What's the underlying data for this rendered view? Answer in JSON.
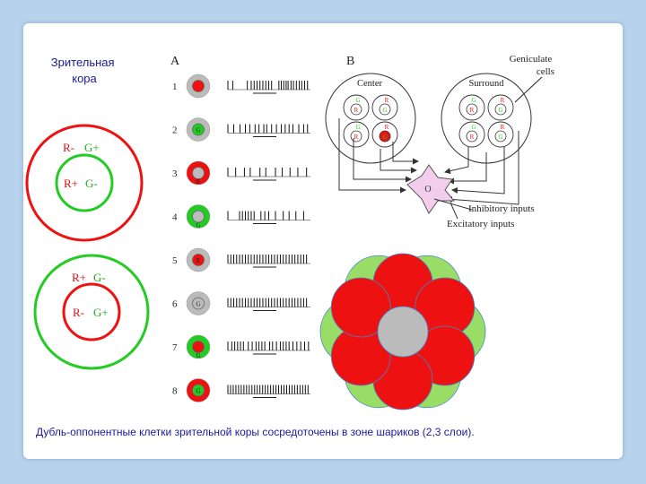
{
  "cortex_title": [
    "Зрительная",
    "кора"
  ],
  "cell1": {
    "outer_left": "R-",
    "outer_right": "G+",
    "inner_left": "R+",
    "inner_right": "G-"
  },
  "cell2": {
    "outer_left": "R+",
    "outer_right": "G-",
    "inner_left": "R-",
    "inner_right": "G+"
  },
  "panel_a": {
    "label": "A",
    "rows": [
      {
        "number": "1",
        "ring": "gray",
        "center": "red",
        "letter": "",
        "below": "",
        "spikes": [
          0,
          1,
          4,
          4.8,
          5.4,
          6,
          6.6,
          7.2,
          7.8,
          8.4,
          9,
          10.5,
          11,
          11.5,
          12,
          12.4,
          13,
          13.5,
          14.1,
          14.7,
          15.2,
          15.8,
          16.4
        ]
      },
      {
        "number": "2",
        "ring": "gray",
        "center": "green",
        "letter": "G",
        "below": "",
        "spikes": [
          0,
          1.2,
          2.5,
          3.6,
          4.5,
          5.6,
          6.4,
          7.4,
          8,
          9,
          10,
          11,
          11.8,
          12.6,
          13.4,
          14.6,
          15.6,
          16.4
        ]
      },
      {
        "number": "3",
        "ring": "red",
        "center": "gray",
        "letter": "",
        "below": "R",
        "spikes": [
          0,
          1.6,
          3.4,
          4.6,
          6.6,
          7.8,
          9.8,
          11.2,
          12.8,
          14.4,
          16.2
        ]
      },
      {
        "number": "4",
        "ring": "green",
        "center": "gray",
        "letter": "",
        "below": "G",
        "spikes": [
          0,
          2.4,
          3,
          3.6,
          4.2,
          4.8,
          5.4,
          6.8,
          7.6,
          8.4,
          9.8,
          11.4,
          12.6,
          14,
          15.6
        ]
      },
      {
        "number": "5",
        "ring": "gray",
        "center": "red",
        "letter": "R",
        "below": "",
        "spikes": [
          0,
          0.6,
          1.2,
          1.8,
          2.4,
          3,
          3.6,
          4.2,
          4.8,
          5.4,
          6,
          6.6,
          7.2,
          7.8,
          8.4,
          9,
          9.6,
          10.2,
          10.8,
          11.4,
          12,
          12.6,
          13.2,
          13.8,
          14.4,
          15,
          15.6,
          16.2
        ]
      },
      {
        "number": "6",
        "ring": "gray",
        "center": "gray",
        "letter": "G",
        "below": "",
        "spikes": [
          0,
          0.6,
          1.2,
          1.8,
          2.4,
          3,
          3.6,
          4.2,
          4.8,
          5.4,
          6,
          6.6,
          7.2,
          7.8,
          8.4,
          9,
          9.6,
          10.2,
          10.8,
          11.4,
          12,
          12.6,
          13.2,
          13.8,
          14.4,
          15,
          15.6,
          16.2
        ]
      },
      {
        "number": "7",
        "ring": "green",
        "center": "red",
        "letter": "",
        "below": "G",
        "spikes": [
          0,
          0.8,
          1.4,
          2,
          2.6,
          3.2,
          4.2,
          5,
          5.8,
          6.4,
          7,
          7.6,
          8.6,
          9.2,
          10,
          10.8,
          11.4,
          12,
          12.6,
          13.4,
          14.2,
          15,
          15.8,
          16.6
        ]
      },
      {
        "number": "8",
        "ring": "red",
        "center": "green",
        "letter": "G",
        "below": "",
        "spikes": [
          0,
          0.55,
          1.1,
          1.65,
          2.2,
          2.75,
          3.3,
          3.85,
          4.4,
          4.95,
          5.5,
          6.05,
          6.6,
          7.15,
          7.7,
          8.25,
          8.8,
          9.35,
          9.9,
          10.45,
          11,
          11.55,
          12.1,
          12.65,
          13.2,
          13.75,
          14.3,
          14.85,
          15.4,
          15.95,
          16.5
        ]
      }
    ]
  },
  "panel_b": {
    "label": "B",
    "center_label": "Center",
    "surround_label": "Surround",
    "geniculate_label": [
      "Geniculate",
      "cells"
    ],
    "center_cells": [
      {
        "top": "G",
        "mid": "R",
        "top_color": "green",
        "mid_color": "red",
        "fill": "none"
      },
      {
        "top": "R",
        "mid": "G",
        "top_color": "red",
        "mid_color": "green",
        "fill": "none"
      },
      {
        "top": "G",
        "mid": "R",
        "top_color": "green",
        "mid_color": "red",
        "fill": "none"
      },
      {
        "top": "R",
        "mid": "G",
        "top_color": "red",
        "mid_color": "green",
        "fill": "red"
      }
    ],
    "surround_cells": [
      {
        "top": "G",
        "mid": "R",
        "top_color": "green",
        "mid_color": "red",
        "fill": "none"
      },
      {
        "top": "R",
        "mid": "G",
        "top_color": "red",
        "mid_color": "green",
        "fill": "none"
      },
      {
        "top": "G",
        "mid": "R",
        "top_color": "green",
        "mid_color": "red",
        "fill": "none"
      },
      {
        "top": "R",
        "mid": "G",
        "top_color": "red",
        "mid_color": "green",
        "fill": "none"
      }
    ],
    "target_letter": "O",
    "inhibitory_label": "Inhibitory inputs",
    "excitatory_label": "Excitatory inputs"
  },
  "blob": {
    "ring": [
      "red",
      "green",
      "red",
      "green",
      "red",
      "green",
      "red",
      "green",
      "red",
      "green",
      "red",
      "green"
    ]
  },
  "caption": "Дубль-оппонентные клетки зрительной коры сосредоточены в зоне шариков (2,3 слои).",
  "colors": {
    "red": "#ee1111",
    "green": "#22cc22",
    "gray": "#bbbbbb",
    "blob_green": "#99dd66",
    "neuron": "#f2cdec",
    "background": "#b7d2ec"
  }
}
